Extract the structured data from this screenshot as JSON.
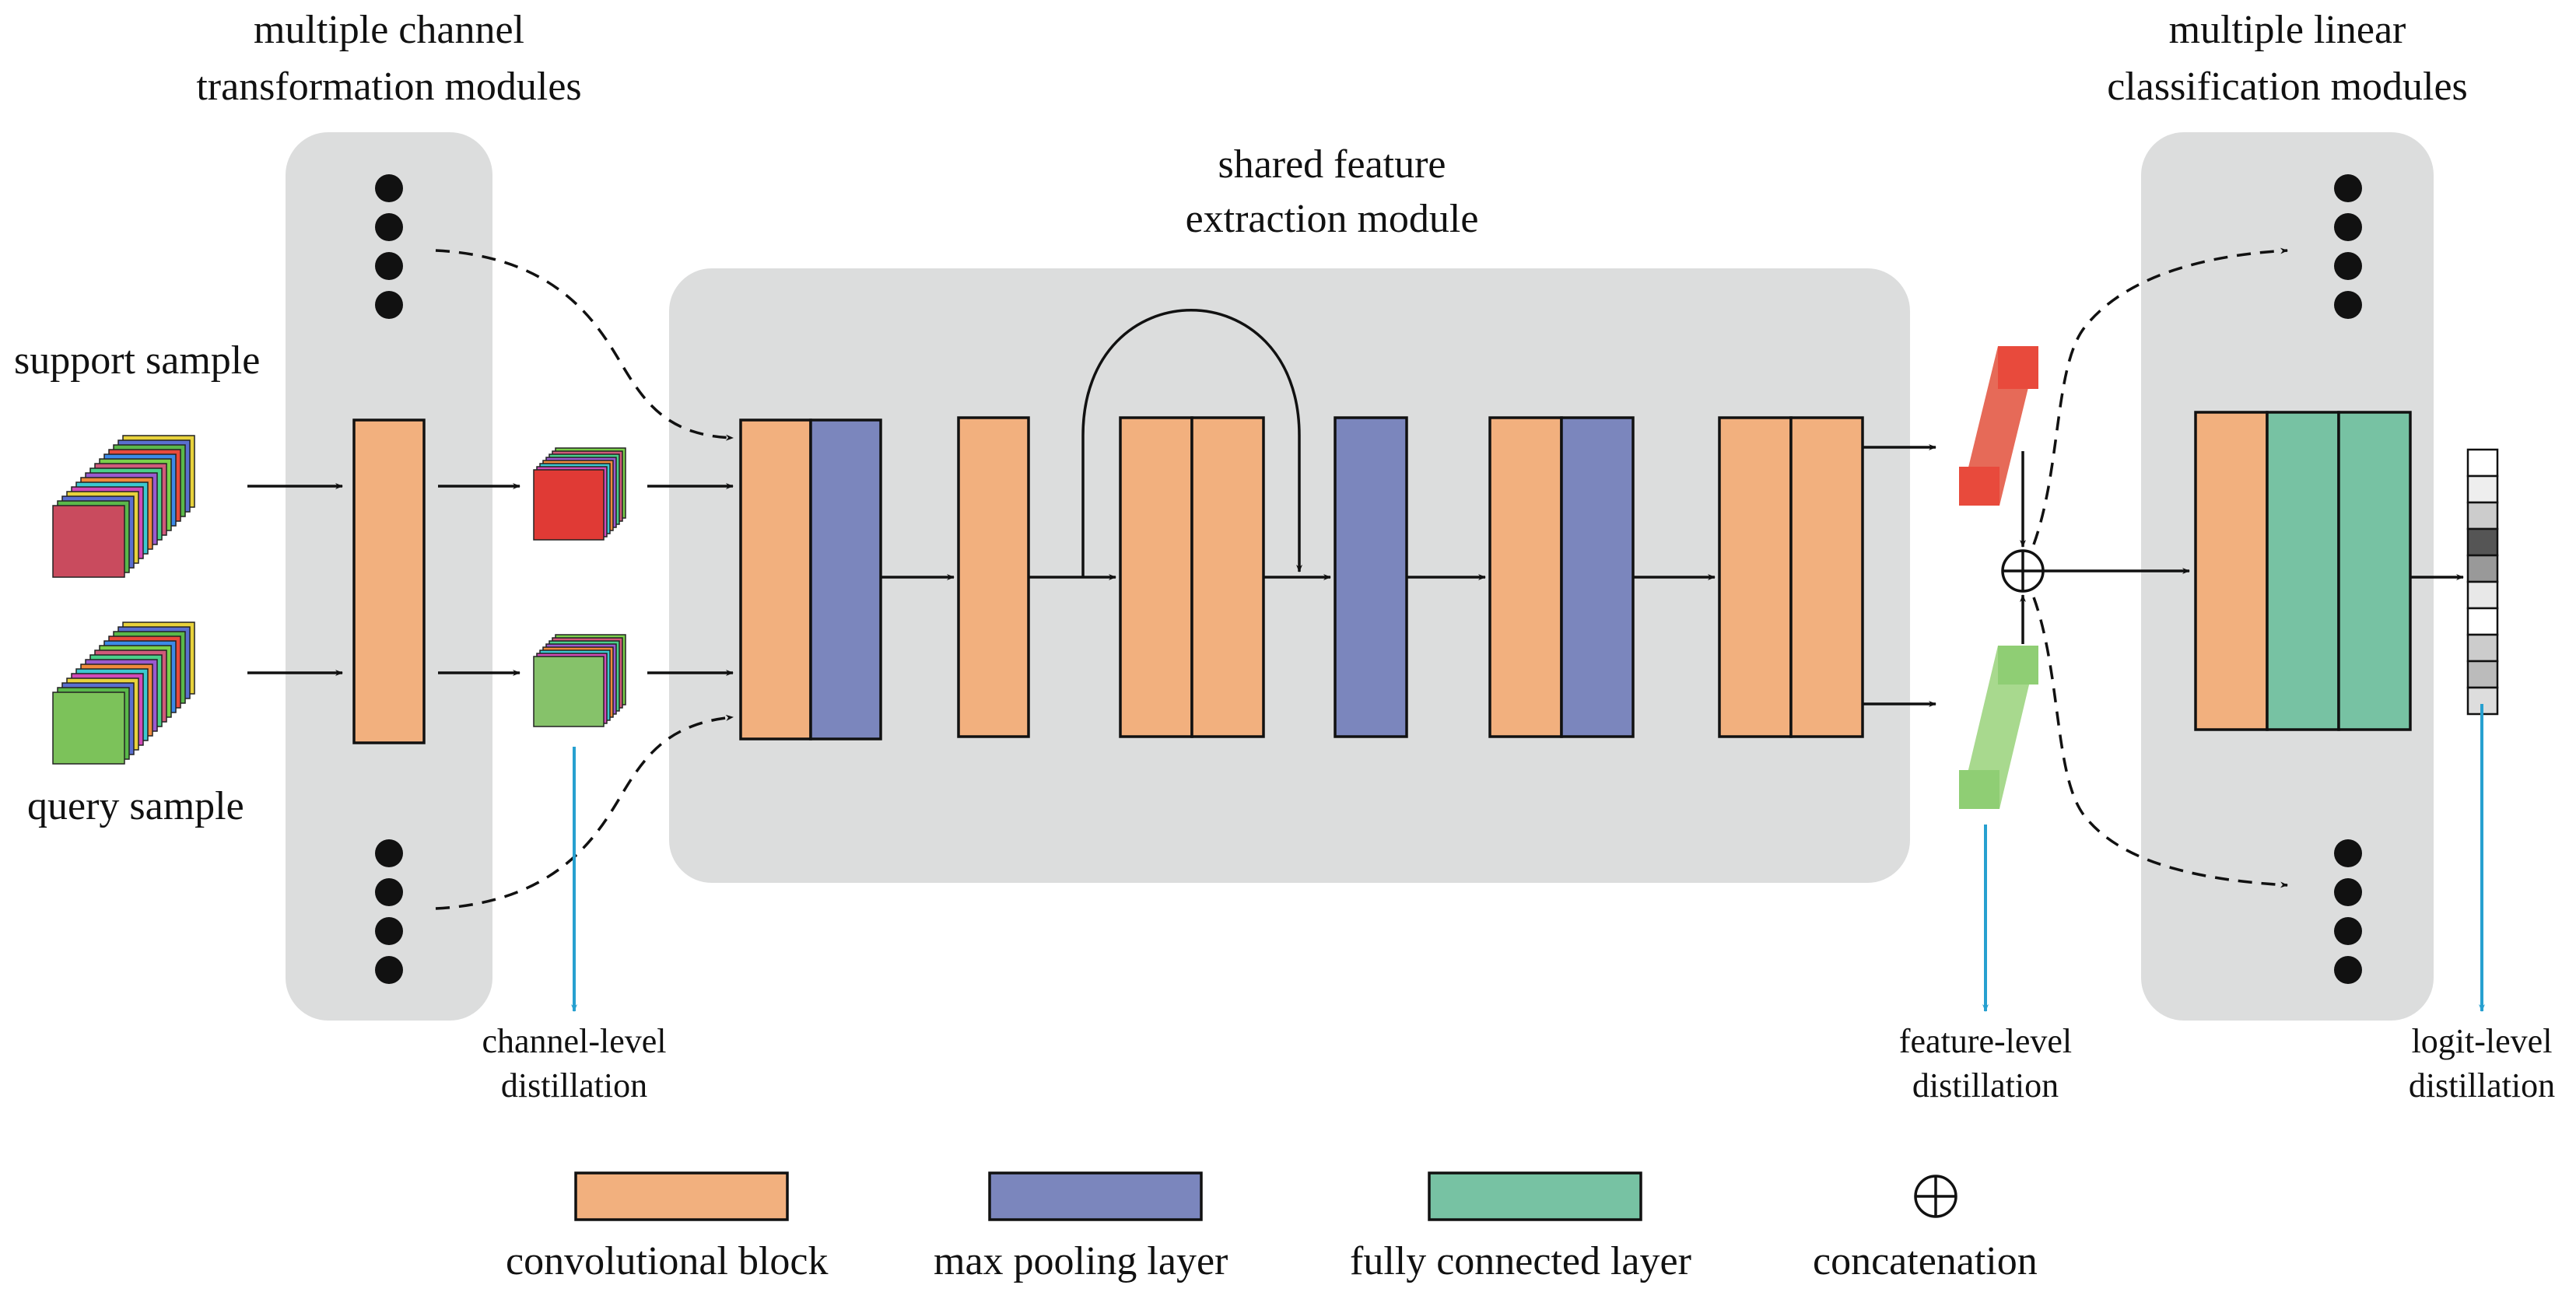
{
  "labels": {
    "transform_title_1": "multiple channel",
    "transform_title_2": "transformation modules",
    "shared_title_1": "shared feature",
    "shared_title_2": "extraction module",
    "classify_title_1": "multiple linear",
    "classify_title_2": "classification modules",
    "support_sample": "support sample",
    "query_sample": "query sample",
    "channel_distill_1": "channel-level",
    "channel_distill_2": "distillation",
    "feature_distill_1": "feature-level",
    "feature_distill_2": "distillation",
    "logit_distill_1": "logit-level",
    "logit_distill_2": "distillation"
  },
  "legend": [
    {
      "label": "convolutional block",
      "color": "#f2b07e"
    },
    {
      "label": "max pooling layer",
      "color": "#7b86bd"
    },
    {
      "label": "fully connected layer",
      "color": "#77c2a3"
    },
    {
      "label": "concatenation",
      "icon": "circled-plus-icon"
    }
  ],
  "colors": {
    "panel": "#dcdddd",
    "convolutional_block": "#f2b07e",
    "max_pooling_layer": "#7b86bd",
    "fully_connected_layer": "#77c2a3",
    "support_feature": "#e8574a",
    "query_feature": "#8fce74",
    "distillation_arrow": "#27a0d0"
  }
}
